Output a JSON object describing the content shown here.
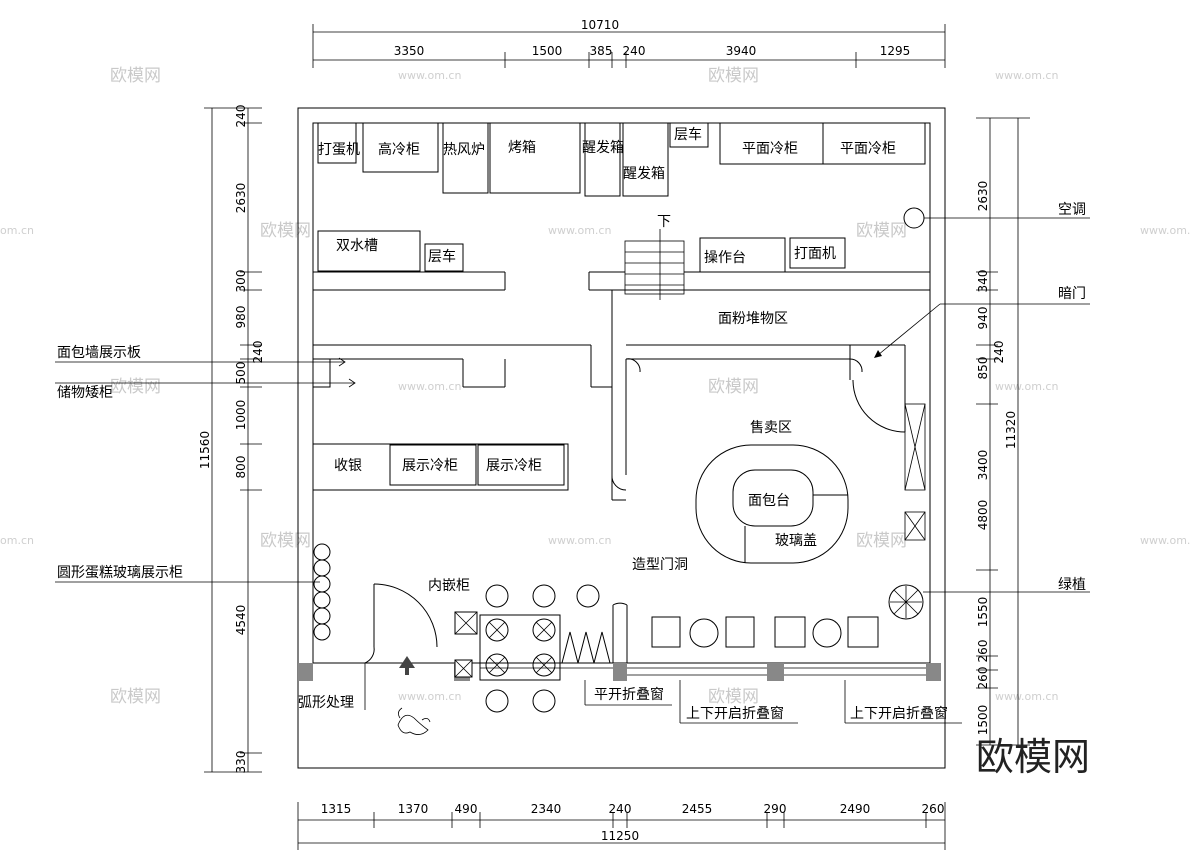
{
  "dimensions": {
    "top_total": "10710",
    "top_segments": [
      "3350",
      "1500",
      "385",
      "240",
      "3940",
      "1295"
    ],
    "bottom_total": "11250",
    "bottom_segments": [
      "1315",
      "1370",
      "490",
      "2340",
      "240",
      "2455",
      "290",
      "2490",
      "260"
    ],
    "left_total": "11560",
    "left_segments": [
      "240",
      "2630",
      "300",
      "980",
      "240",
      "500",
      "1000",
      "800",
      "4540",
      "330"
    ],
    "right_total": "11320",
    "right_segments": [
      "2630",
      "340",
      "940",
      "240",
      "850",
      "3400",
      "4800",
      "1550",
      "260",
      "260",
      "1500"
    ]
  },
  "rooms": {
    "beater": "打蛋机",
    "tall_fridge": "高冷柜",
    "hot_air_oven": "热风炉",
    "oven": "烤箱",
    "proofer_1": "醒发箱",
    "proofer_2": "醒发箱",
    "rack_cart_1": "层车",
    "flat_fridge_1": "平面冷柜",
    "flat_fridge_2": "平面冷柜",
    "double_sink": "双水槽",
    "rack_cart_2": "层车",
    "down": "下",
    "work_table": "操作台",
    "dough_machine": "打面机",
    "flour_area": "面粉堆物区",
    "sales_area": "售卖区",
    "bread_table": "面包台",
    "glass_cover": "玻璃盖",
    "cashier": "收银",
    "display_fridge_1": "展示冷柜",
    "display_fridge_2": "展示冷柜",
    "decorative_doorway": "造型门洞",
    "built_in_cabinet": "内嵌柜"
  },
  "callouts": {
    "bread_wall_board": "面包墙展示板",
    "low_storage": "储物矮柜",
    "round_cake_case": "圆形蛋糕玻璃展示柜",
    "arc_treatment": "弧形处理",
    "flat_fold_window": "平开折叠窗",
    "updown_fold_window_1": "上下开启折叠窗",
    "updown_fold_window_2": "上下开启折叠窗",
    "air_conditioner": "空调",
    "hidden_door": "暗门",
    "greenery": "绿植"
  },
  "watermark": {
    "logo": "欧模网",
    "url": "www.om.cn",
    "url_short": "om.cn",
    "brand": "欧模网"
  }
}
